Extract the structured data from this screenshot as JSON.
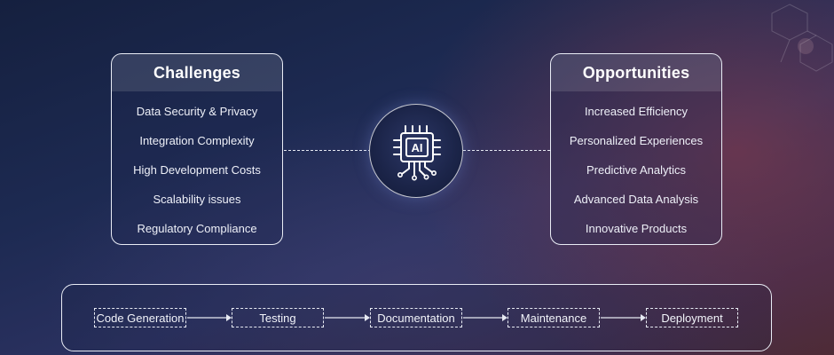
{
  "challenges": {
    "title": "Challenges",
    "items": [
      "Data Security & Privacy",
      "Integration Complexity",
      "High Development Costs",
      "Scalability issues",
      "Regulatory Compliance"
    ]
  },
  "opportunities": {
    "title": "Opportunities",
    "items": [
      "Increased Efficiency",
      "Personalized Experiences",
      "Predictive Analytics",
      "Advanced Data Analysis",
      "Innovative Products"
    ]
  },
  "center": {
    "label": "AI",
    "icon": "ai-chip-icon"
  },
  "pipeline": {
    "steps": [
      "Code Generation",
      "Testing",
      "Documentation",
      "Maintenance",
      "Deployment"
    ]
  },
  "colors": {
    "background_top": "#15203f",
    "background_accent": "#4a2a35",
    "line": "#e9ecf5"
  }
}
